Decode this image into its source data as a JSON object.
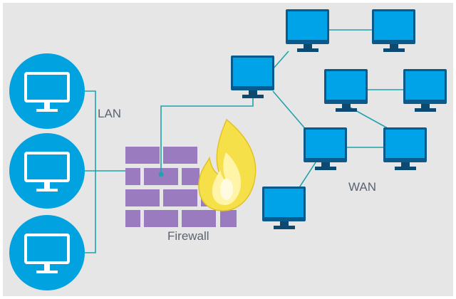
{
  "labels": {
    "lan": "LAN",
    "firewall": "Firewall",
    "wan": "WAN"
  },
  "colors": {
    "background": "#e6e6e6",
    "lan_circle": "#00a3e0",
    "monitor_body": "#0b5a8c",
    "monitor_screen": "#00a3e8",
    "stand": "#0d4a72",
    "link_line": "#1fa3ad",
    "brick": "#9b7bc0",
    "flame_outer": "#f6e04a",
    "flame_inner": "#fff8c0",
    "label_text": "#5b6470"
  },
  "icons": {
    "lan_nodes": [
      "computer-icon",
      "computer-icon",
      "computer-icon"
    ],
    "wan_nodes": [
      "computer-icon",
      "computer-icon",
      "computer-icon",
      "computer-icon",
      "computer-icon",
      "computer-icon",
      "computer-icon",
      "computer-icon"
    ],
    "firewall": "brick-wall-icon",
    "fire": "flame-icon"
  }
}
